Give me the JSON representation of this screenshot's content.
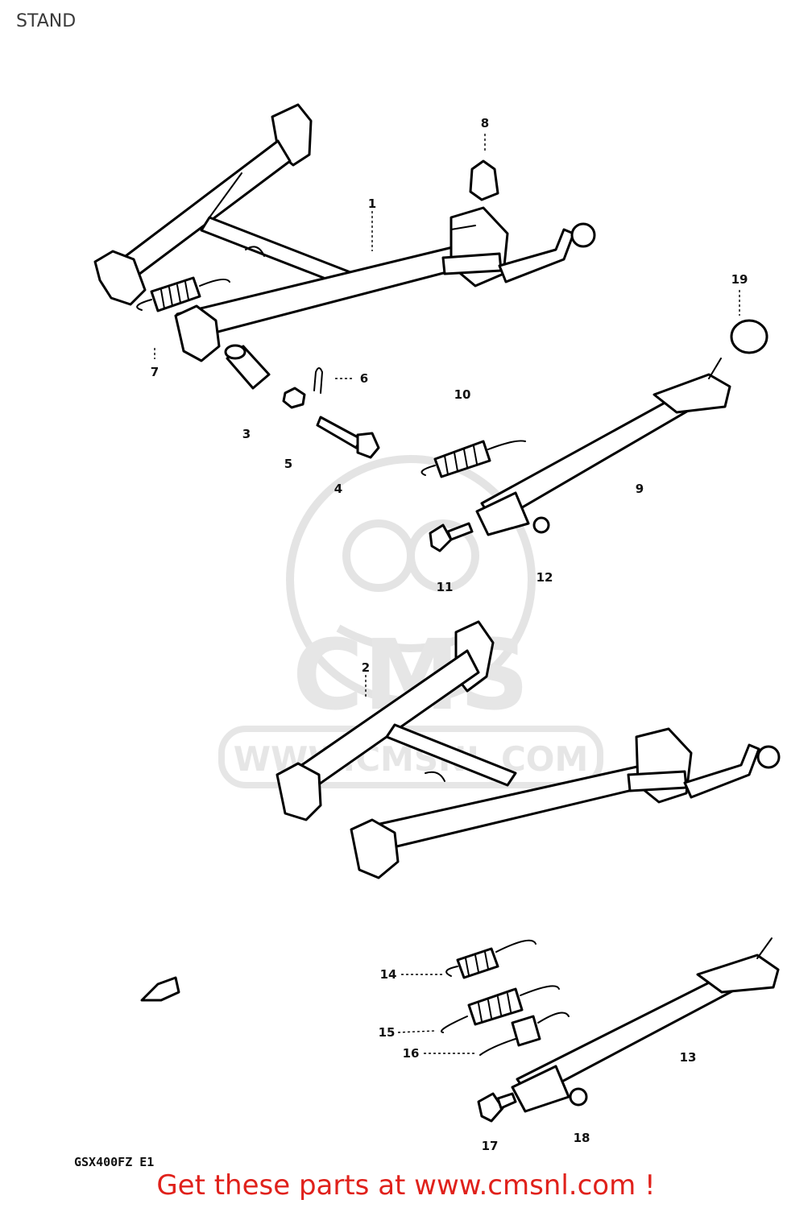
{
  "page": {
    "title": "STAND",
    "model_code": "GSX400FZ E1",
    "footer": "Get these parts at www.cmsnl.com !"
  },
  "watermark": {
    "logo_letters": "CMS",
    "url": "WWW.CMSNL.COM"
  },
  "callouts": [
    {
      "id": "1",
      "text": "1"
    },
    {
      "id": "2",
      "text": "2"
    },
    {
      "id": "3",
      "text": "3"
    },
    {
      "id": "4",
      "text": "4"
    },
    {
      "id": "5",
      "text": "5"
    },
    {
      "id": "6",
      "text": "6"
    },
    {
      "id": "7",
      "text": "7"
    },
    {
      "id": "8",
      "text": "8"
    },
    {
      "id": "9",
      "text": "9"
    },
    {
      "id": "10",
      "text": "10"
    },
    {
      "id": "11",
      "text": "11"
    },
    {
      "id": "12",
      "text": "12"
    },
    {
      "id": "13",
      "text": "13"
    },
    {
      "id": "14",
      "text": "14"
    },
    {
      "id": "15",
      "text": "15"
    },
    {
      "id": "16",
      "text": "16"
    },
    {
      "id": "17",
      "text": "17"
    },
    {
      "id": "18",
      "text": "18"
    },
    {
      "id": "19",
      "text": "19"
    }
  ],
  "colors": {
    "footer_text": "#e0211b",
    "line_art": "#000000",
    "watermark": "#e4e4e4"
  }
}
